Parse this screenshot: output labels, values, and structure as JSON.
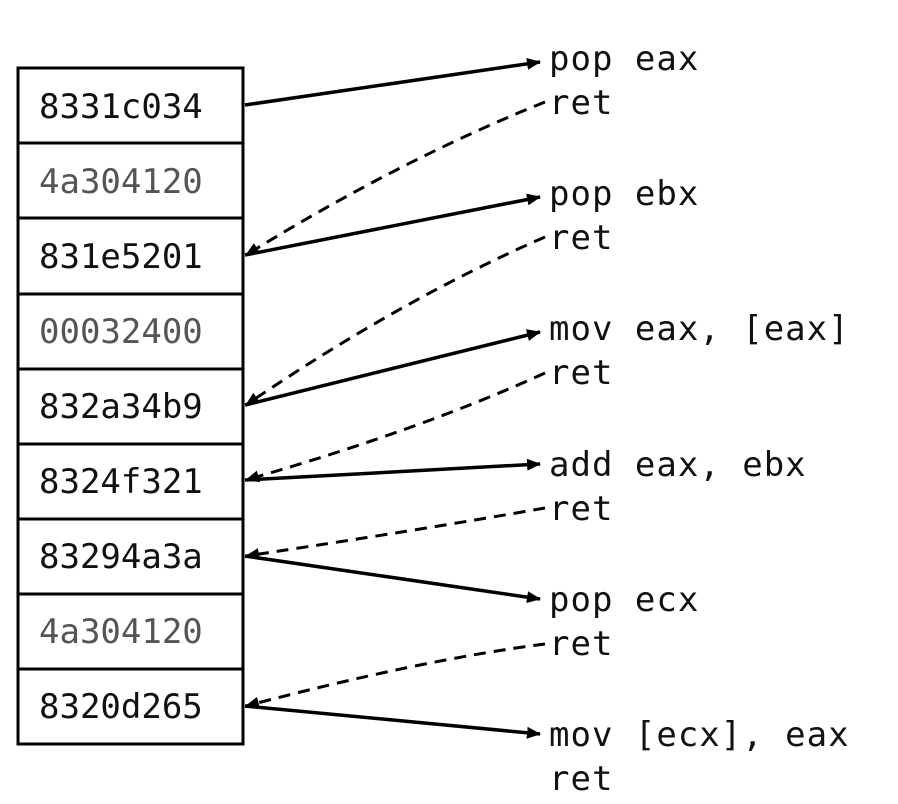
{
  "stack": {
    "cells": [
      {
        "value": "8331c034",
        "kind": "gadget"
      },
      {
        "value": "4a304120",
        "kind": "data"
      },
      {
        "value": "831e5201",
        "kind": "gadget"
      },
      {
        "value": "00032400",
        "kind": "data"
      },
      {
        "value": "832a34b9",
        "kind": "gadget"
      },
      {
        "value": "8324f321",
        "kind": "gadget"
      },
      {
        "value": "83294a3a",
        "kind": "gadget"
      },
      {
        "value": "4a304120",
        "kind": "data"
      },
      {
        "value": "8320d265",
        "kind": "gadget"
      }
    ]
  },
  "gadgets": [
    {
      "instruction": "pop eax",
      "ret": "ret"
    },
    {
      "instruction": "pop ebx",
      "ret": "ret"
    },
    {
      "instruction": "mov eax, [eax]",
      "ret": "ret"
    },
    {
      "instruction": "add eax, ebx",
      "ret": "ret"
    },
    {
      "instruction": "pop ecx",
      "ret": "ret"
    },
    {
      "instruction": "mov [ecx], eax",
      "ret": "ret"
    }
  ],
  "colors": {
    "gadget_text": "#111111",
    "data_text": "#555555",
    "line": "#000000",
    "background": "#ffffff"
  }
}
